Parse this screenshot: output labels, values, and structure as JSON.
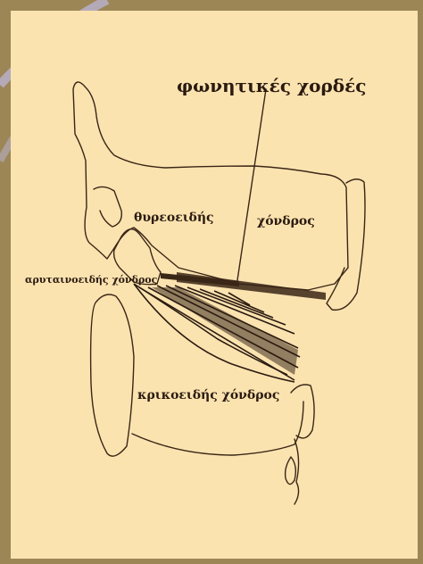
{
  "diagram": {
    "labels": {
      "vocal_cords": "φωνητικές χορδές",
      "thyroid_word1": "θυρεοειδής",
      "thyroid_word2": "χόνδρος",
      "arytenoid": "αρυταινοειδής χόνδρος",
      "cricoid": "κρικοειδής χόνδρος"
    },
    "colors": {
      "frame": "#9c8656",
      "panel": "#fbe3b0",
      "ink": "#2a1a10",
      "stripe": "#b8b0c8"
    }
  }
}
